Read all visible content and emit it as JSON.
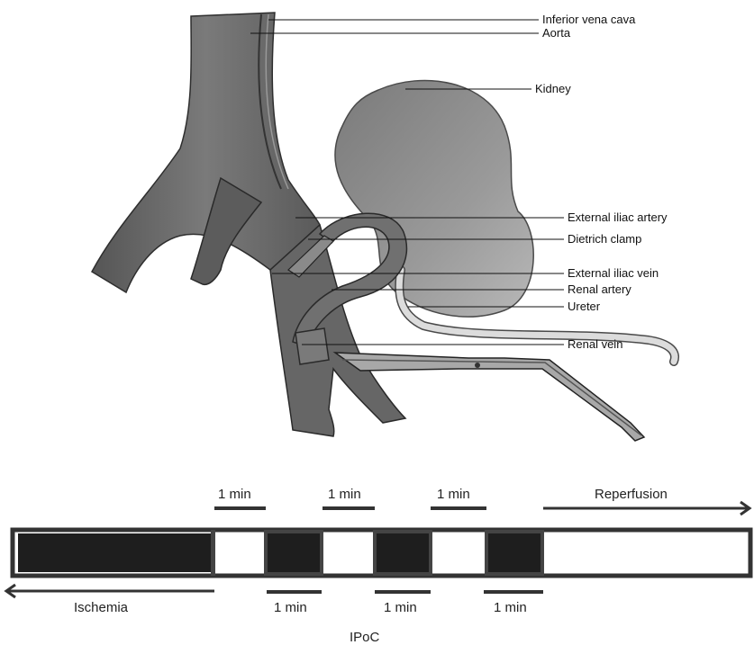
{
  "anatomy": {
    "labels": [
      "Inferior vena cava",
      "Aorta",
      "Kidney",
      "External iliac artery",
      "Dietrich clamp",
      "External iliac vein",
      "Renal artery",
      "Ureter",
      "Renal vein"
    ]
  },
  "timeline": {
    "top_labels": [
      "1 min",
      "1 min",
      "1 min"
    ],
    "bottom_labels": [
      "1 min",
      "1 min",
      "1 min"
    ],
    "reperfusion_label": "Reperfusion",
    "ischemia_label": "Ischemia",
    "protocol_label": "IPoC"
  },
  "colors": {
    "vessel": "#6e6e6e",
    "vessel_dark": "#3a3a3a",
    "kidney": "#8c8c8c",
    "ureter": "#d9d9d9",
    "block": "#1e1e1e",
    "bar_border": "#333333"
  }
}
